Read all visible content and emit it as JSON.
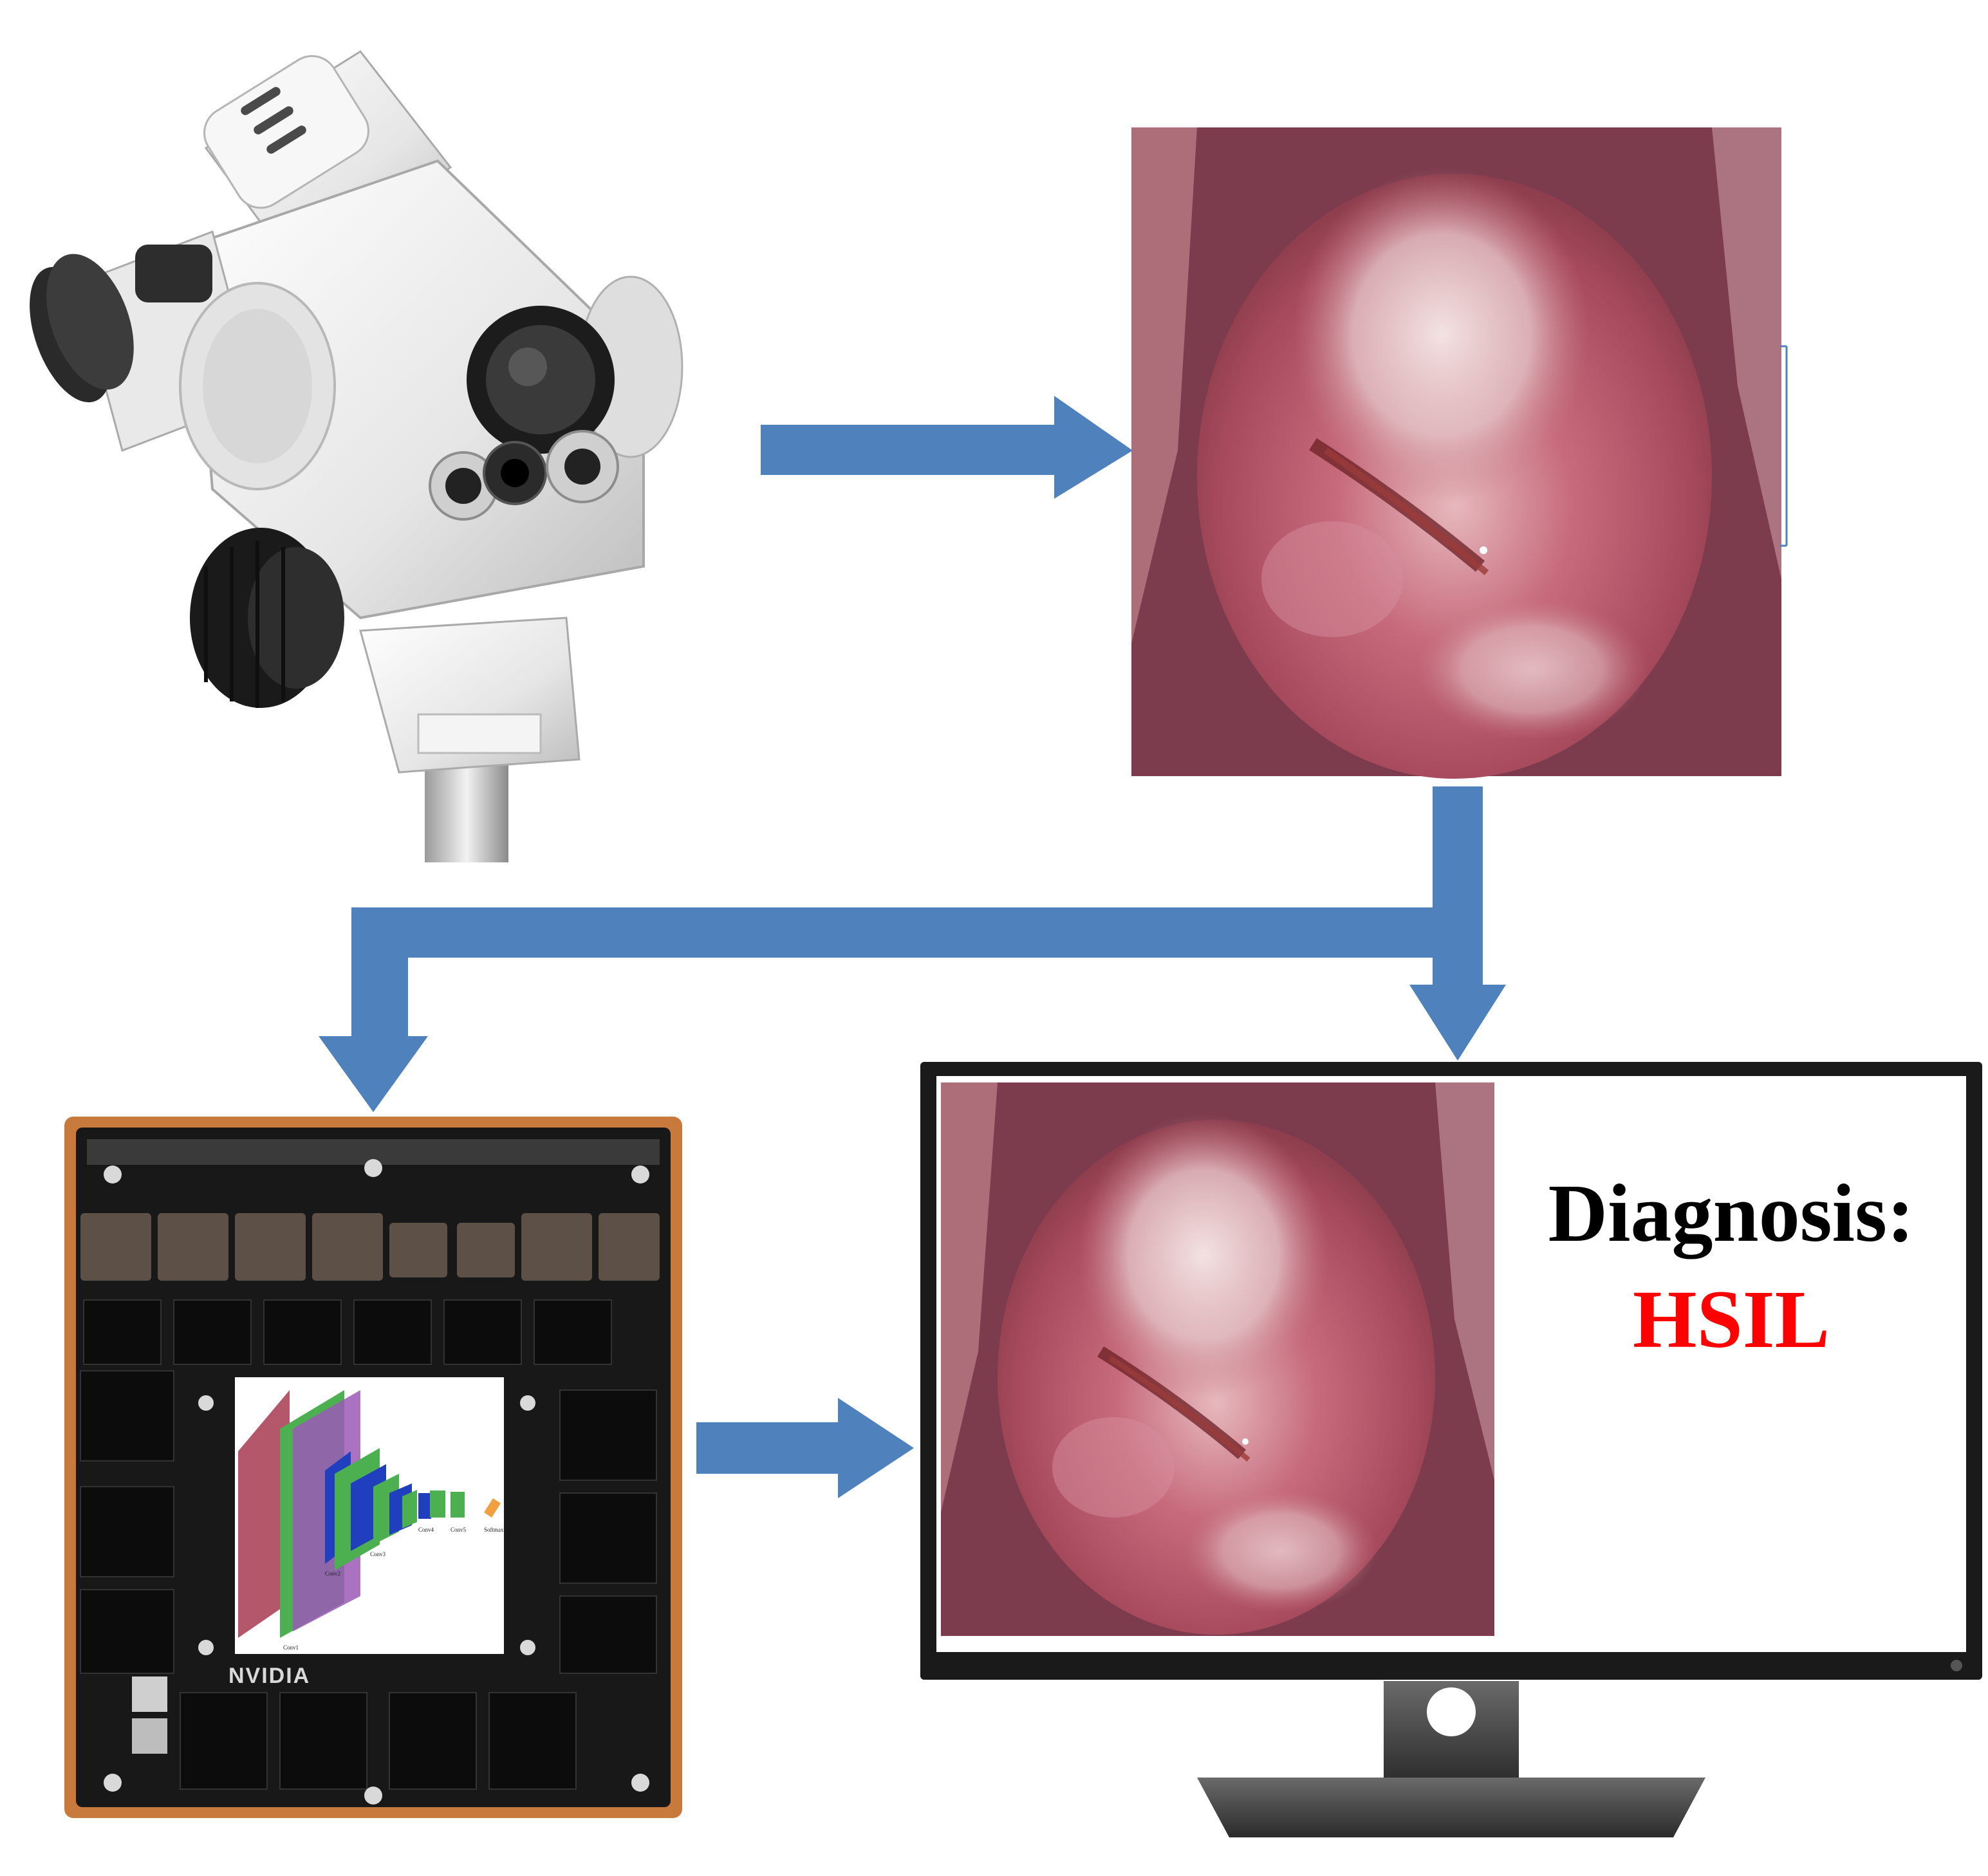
{
  "diagnosis": {
    "label": "Diagnosis:",
    "value": "HSIL",
    "value_color": "#ff0000"
  },
  "board": {
    "brand": "NVIDIA"
  },
  "cnn": {
    "layers": [
      "Conv1",
      "Conv2",
      "Conv3",
      "Conv4",
      "Conv5",
      "Softmax"
    ]
  },
  "colors": {
    "arrow": "#4f81bd",
    "tissue": "#b4576a",
    "board": "#1a1a1a",
    "board_edge": "#c87a3c"
  }
}
